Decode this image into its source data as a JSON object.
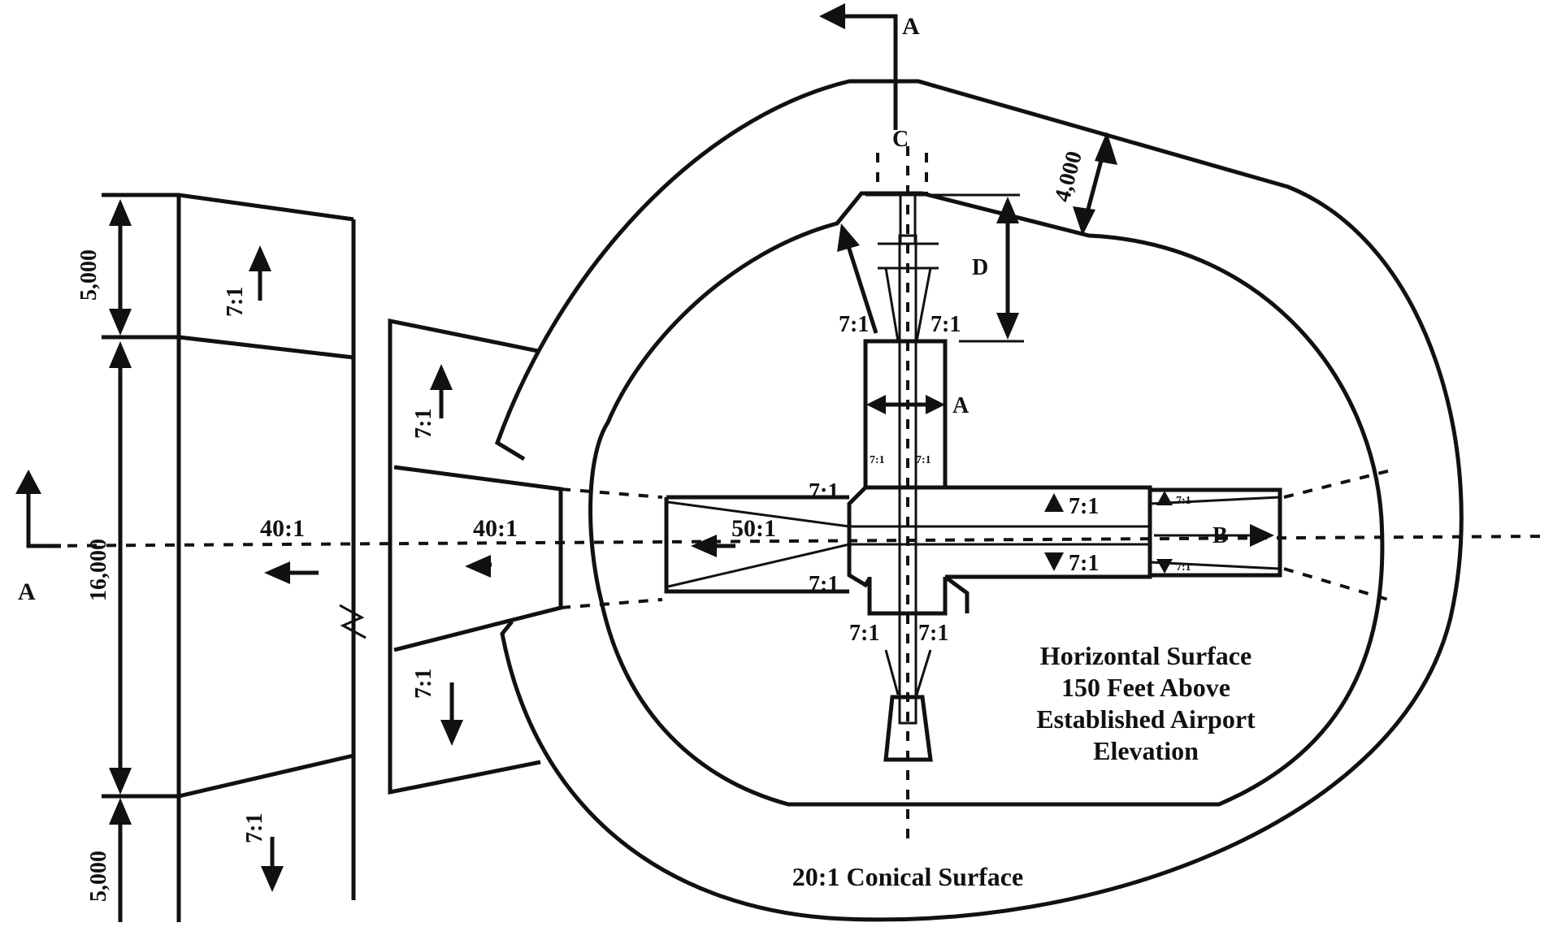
{
  "section_marker": "A",
  "labels": {
    "c": "C",
    "d": "D",
    "a": "A",
    "b": "B",
    "dim_4000": "4,000",
    "dim_5000_top": "5,000",
    "dim_16000": "16,000",
    "dim_5000_bottom": "5,000",
    "slope_7_1": "7:1",
    "slope_40_1": "40:1",
    "slope_50_1": "50:1"
  },
  "horizontal_surface": {
    "line1": "Horizontal Surface",
    "line2": "150 Feet Above",
    "line3": "Established Airport",
    "line4": "Elevation"
  },
  "conical_surface": "20:1 Conical Surface",
  "colors": {
    "ink": "#111111",
    "background": "#ffffff"
  }
}
